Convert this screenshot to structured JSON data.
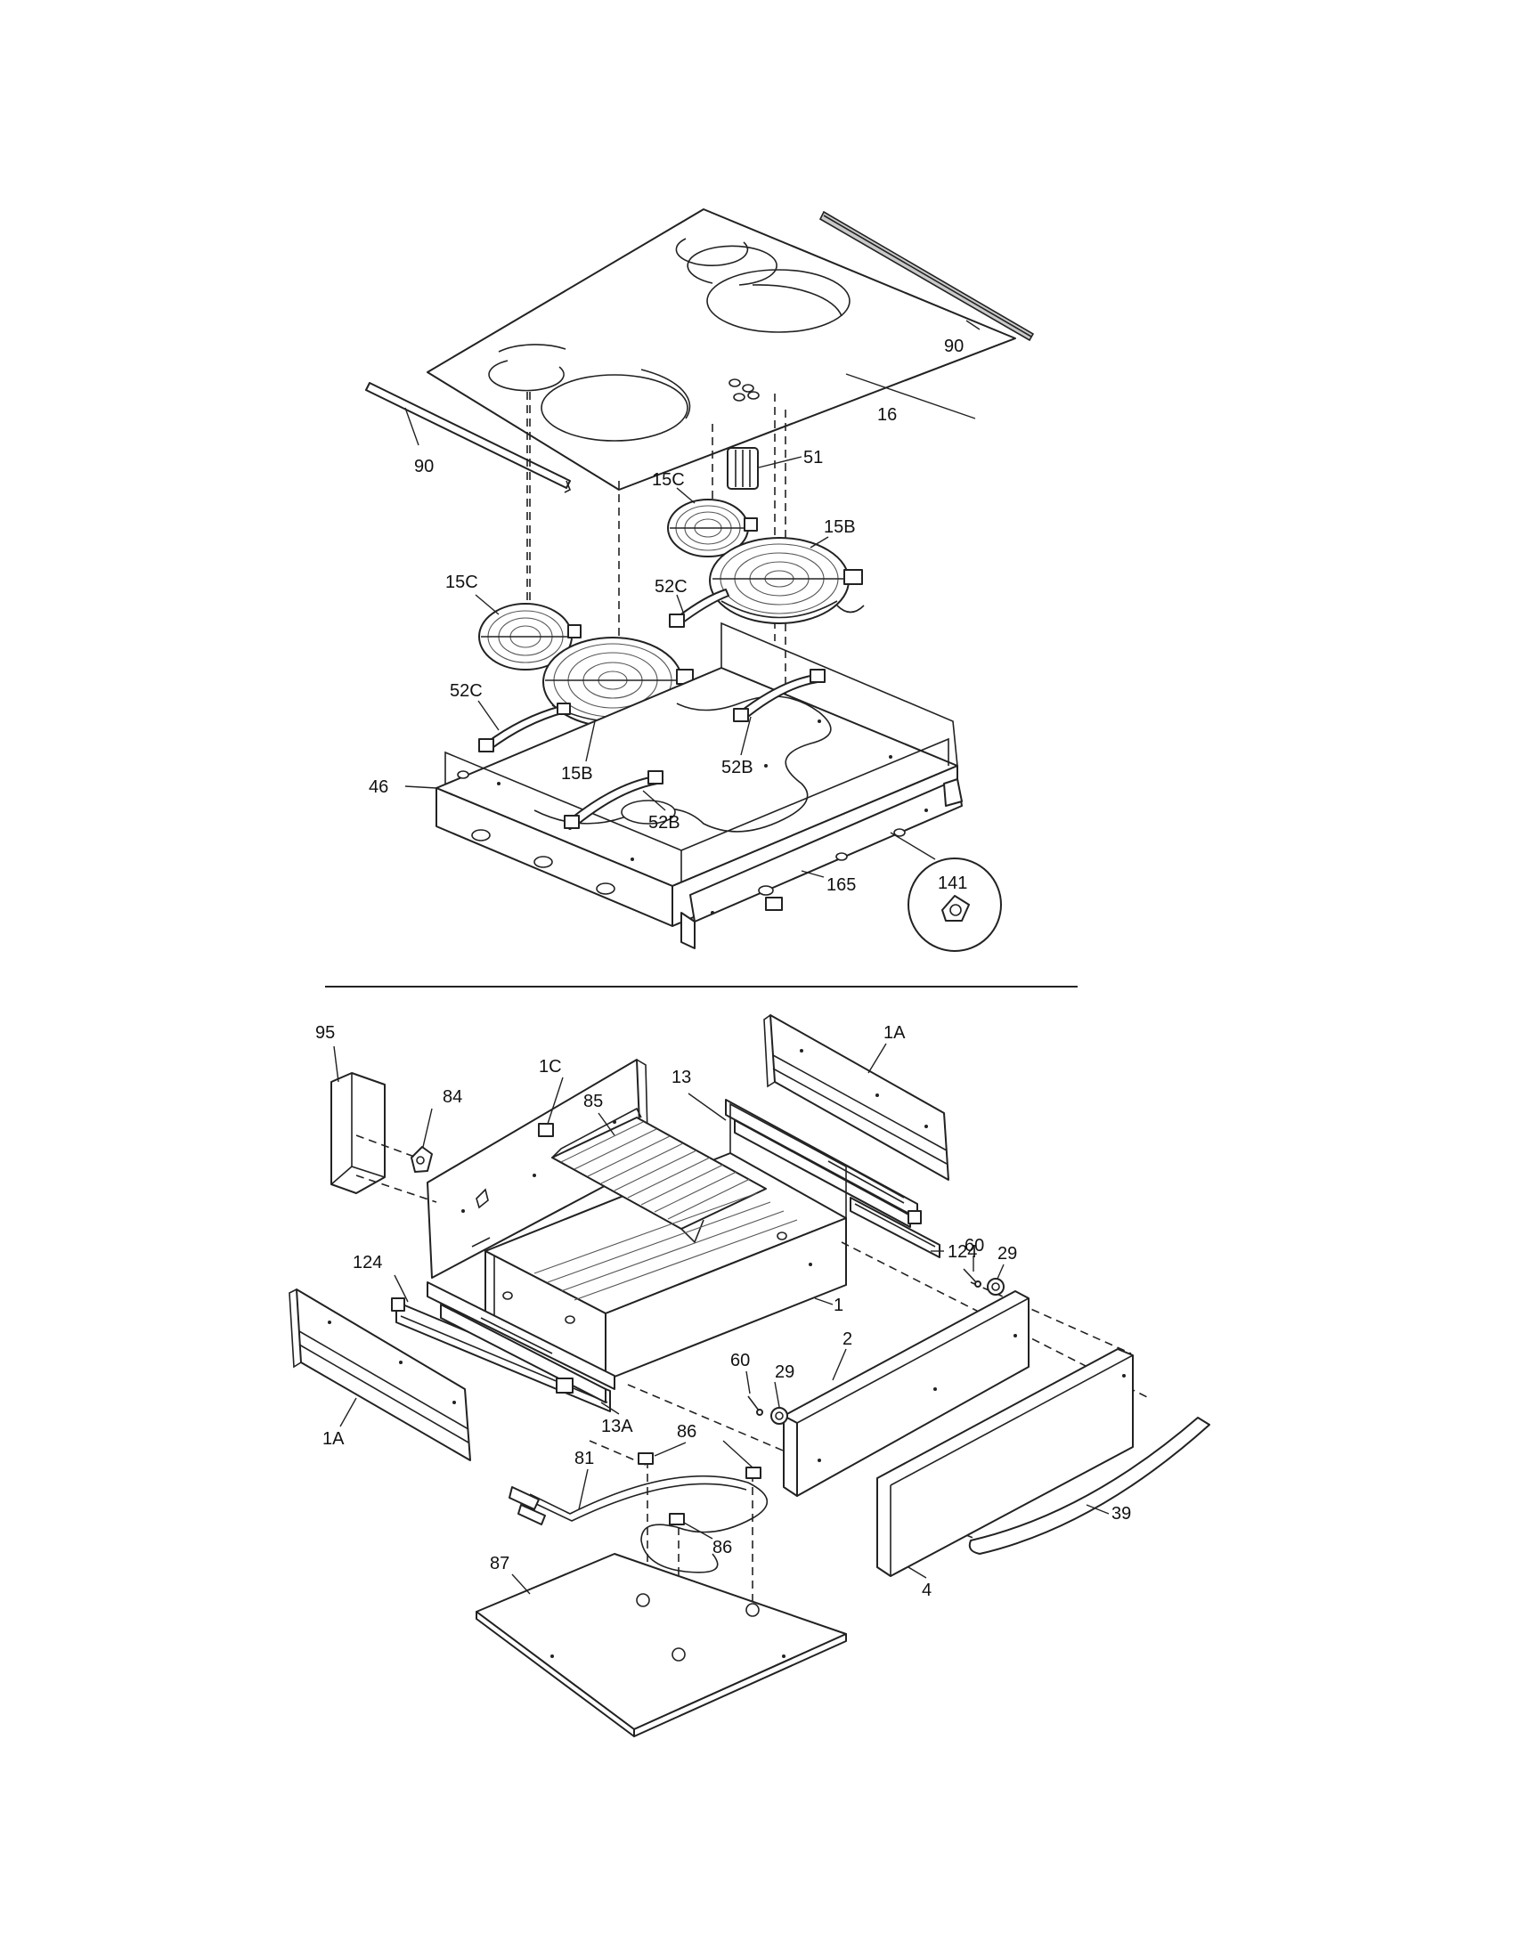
{
  "labels": {
    "p90_right": "90",
    "p16": "16",
    "p90_left": "90",
    "p51": "51",
    "p15c_right": "15C",
    "p15b_right": "15B",
    "p52c_right": "52C",
    "p15c_left": "15C",
    "p52c_left": "52C",
    "p46": "46",
    "p15b_left": "15B",
    "p52b_right": "52B",
    "p52b_left": "52B",
    "p141": "141",
    "p165": "165",
    "p95": "95",
    "p84": "84",
    "p1c": "1C",
    "p85": "85",
    "p13": "13",
    "p1a_top": "1A",
    "p124_right": "124",
    "p60_right": "60",
    "p29_right": "29",
    "p124_left": "124",
    "p1": "1",
    "p2": "2",
    "p60_left": "60",
    "p29_left": "29",
    "p1a_bottom": "1A",
    "p13a": "13A",
    "p86_top": "86",
    "p81": "81",
    "p86_bottom": "86",
    "p39": "39",
    "p87": "87",
    "p4": "4"
  },
  "colors": {
    "line": "#222222",
    "background": "#ffffff",
    "shade": "#c9c9c9"
  }
}
